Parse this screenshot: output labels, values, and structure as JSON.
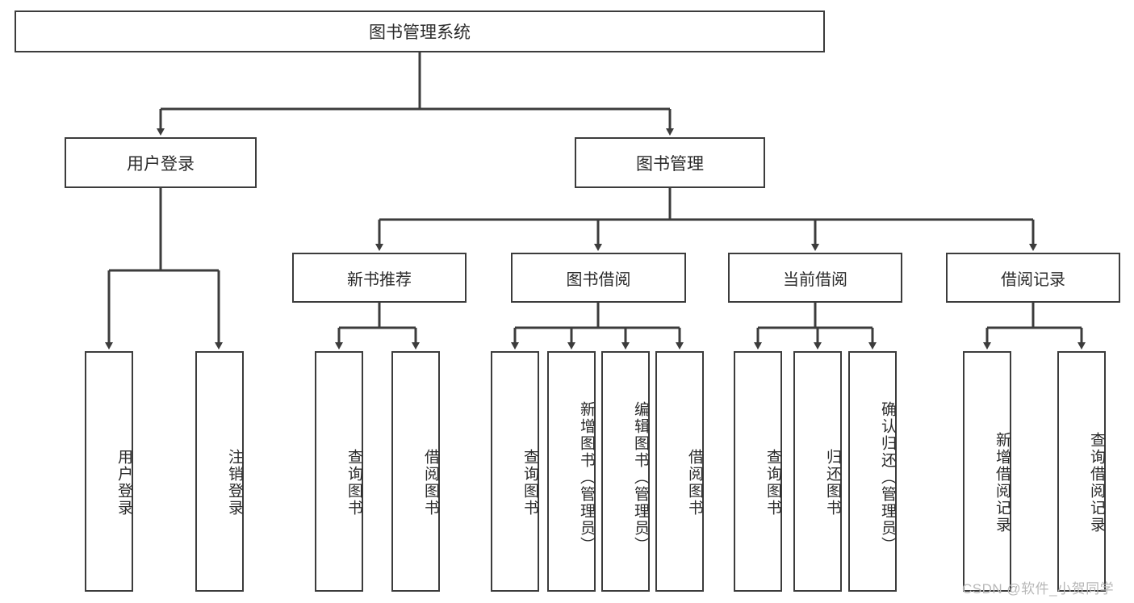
{
  "diagram": {
    "title": "图书管理系统",
    "type": "tree-hierarchy",
    "root": {
      "label": "图书管理系统"
    },
    "level1": [
      {
        "label": "用户登录"
      },
      {
        "label": "图书管理"
      }
    ],
    "level2": [
      {
        "label": "新书推荐"
      },
      {
        "label": "图书借阅"
      },
      {
        "label": "当前借阅"
      },
      {
        "label": "借阅记录"
      }
    ],
    "leaves": {
      "user_login": [
        {
          "label": "用户登录"
        },
        {
          "label": "注销登录"
        }
      ],
      "new_book_recommend": [
        {
          "label": "查询图书"
        },
        {
          "label": "借阅图书"
        }
      ],
      "book_borrow": [
        {
          "label": "查询图书"
        },
        {
          "label": "新增图书（管理员）"
        },
        {
          "label": "编辑图书（管理员）"
        },
        {
          "label": "借阅图书"
        }
      ],
      "current_borrow": [
        {
          "label": "查询图书"
        },
        {
          "label": "归还图书"
        },
        {
          "label": "确认归还（管理员）"
        }
      ],
      "borrow_record": [
        {
          "label": "新增借阅记录"
        },
        {
          "label": "查询借阅记录"
        }
      ]
    }
  },
  "watermark": {
    "text": "CSDN @软件_小贺同学"
  },
  "colors": {
    "stroke": "#3c3c3c",
    "text": "#2b2b2b",
    "background": "#ffffff",
    "watermark": "#b8b8b8"
  }
}
